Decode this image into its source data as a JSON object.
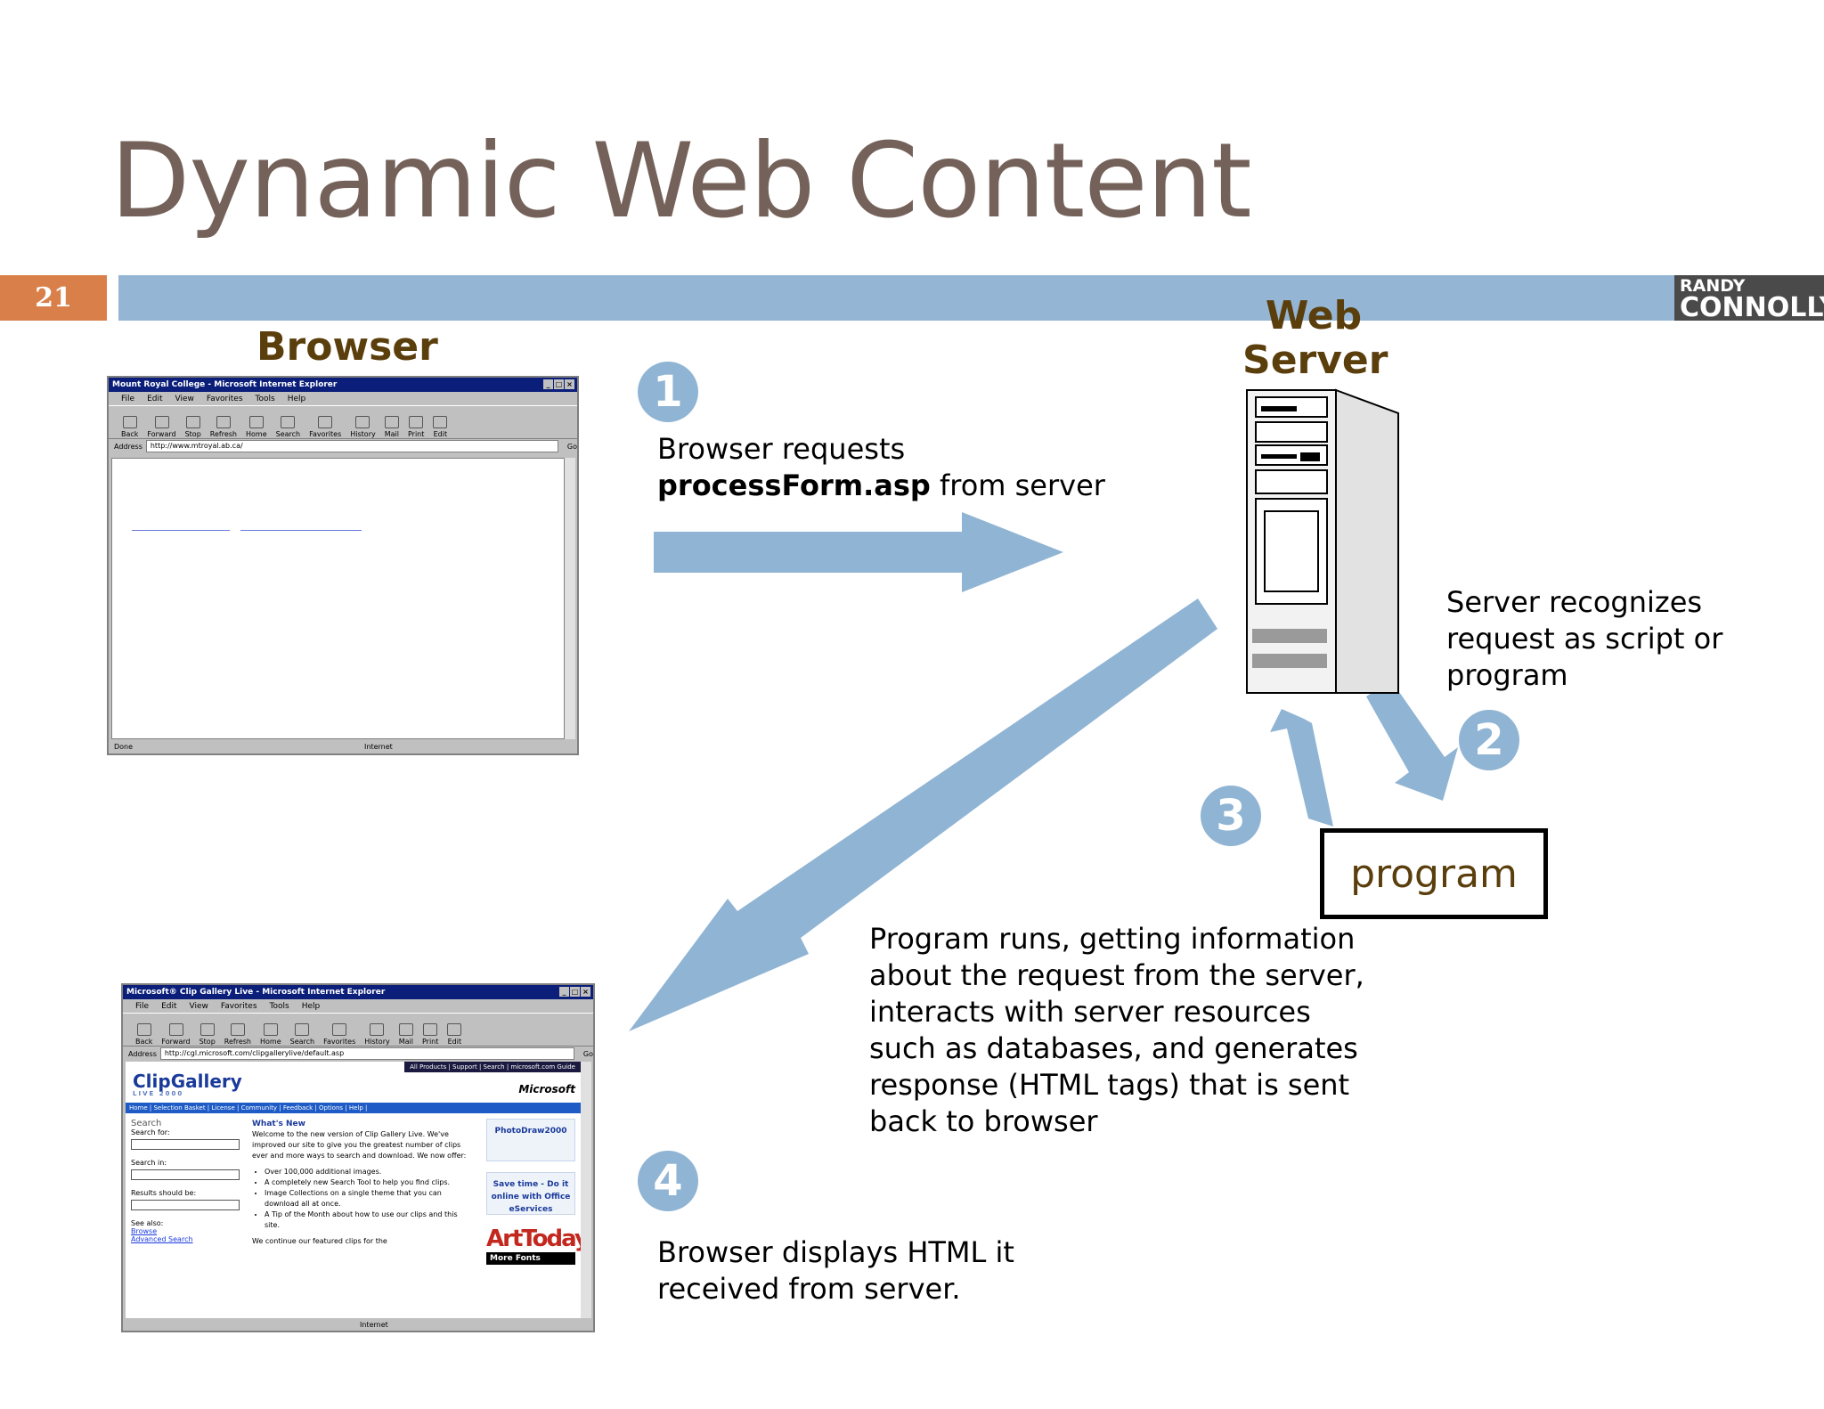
{
  "slide": {
    "title": "Dynamic Web Content",
    "number": "21",
    "brand_top": "RANDY",
    "brand_bottom": "CONNOLLY"
  },
  "colors": {
    "title": "#74625a",
    "accent_bar": "#94b5d3",
    "slide_number_bg": "#d9804a",
    "arrow": "#90b4d3",
    "label_brown": "#5a3e0c"
  },
  "labels": {
    "browser": "Browser",
    "server_line1": "Web",
    "server_line2": "Server",
    "program": "program"
  },
  "steps": {
    "1": {
      "badge": "1",
      "text_plain": "Browser requests",
      "text_bold": "processForm.asp",
      "text_tail": " from server"
    },
    "2": {
      "badge": "2",
      "text": "Server recognizes request as script or program"
    },
    "3": {
      "badge": "3",
      "text": "Program runs, getting information about the request from the server, interacts with server resources such as databases, and generates response (HTML tags) that is sent back to browser"
    },
    "4": {
      "badge": "4",
      "text": "Browser displays HTML it received from server."
    }
  },
  "browser_window_1": {
    "title": "Mount Royal College - Microsoft Internet Explorer",
    "menu": [
      "File",
      "Edit",
      "View",
      "Favorites",
      "Tools",
      "Help"
    ],
    "toolbar": [
      "Back",
      "Forward",
      "Stop",
      "Refresh",
      "Home",
      "Search",
      "Favorites",
      "History",
      "Mail",
      "Print",
      "Edit"
    ],
    "address_label": "Address",
    "address": "http://www.mtroyal.ab.ca/",
    "go": "Go",
    "status": "Done",
    "zone": "Internet"
  },
  "browser_window_2": {
    "title": "Microsoft® Clip Gallery Live - Microsoft Internet Explorer",
    "menu": [
      "File",
      "Edit",
      "View",
      "Favorites",
      "Tools",
      "Help"
    ],
    "toolbar": [
      "Back",
      "Forward",
      "Stop",
      "Refresh",
      "Home",
      "Search",
      "Favorites",
      "History",
      "Mail",
      "Print",
      "Edit"
    ],
    "address_label": "Address",
    "address": "http://cgl.microsoft.com/clipgallerylive/default.asp",
    "go": "Go",
    "logo": "ClipGallery",
    "logo_sub": "LIVE 2000",
    "top_links": "All Products | Support | Search | microsoft.com Guide",
    "ms": "Microsoft",
    "nav": "Home | Selection Basket | License | Community | Feedback | Options | Help |",
    "search_label": "Search",
    "search_for": "Search for:",
    "search_in": "Search in:",
    "results": "Results should be:",
    "see_also": "See also:",
    "browse": "Browse",
    "advanced": "Advanced Search",
    "whats_new": "What's New",
    "intro": "Welcome to the new version of Clip Gallery Live. We've improved our site to give you the greatest number of clips ever and more ways to search and download. We now offer:",
    "bullets": [
      "Over 100,000 additional images.",
      "A completely new Search Tool to help you find clips.",
      "Image Collections on a single theme that you can download all at once.",
      "A Tip of the Month about how to use our clips and this site."
    ],
    "continue": "We continue our featured clips for the",
    "ad1": "PhotoDraw2000",
    "ad2": "Save time - Do it online with Office eServices",
    "ad3": "ArtToday",
    "ad4": "More Fonts",
    "zone": "Internet"
  }
}
